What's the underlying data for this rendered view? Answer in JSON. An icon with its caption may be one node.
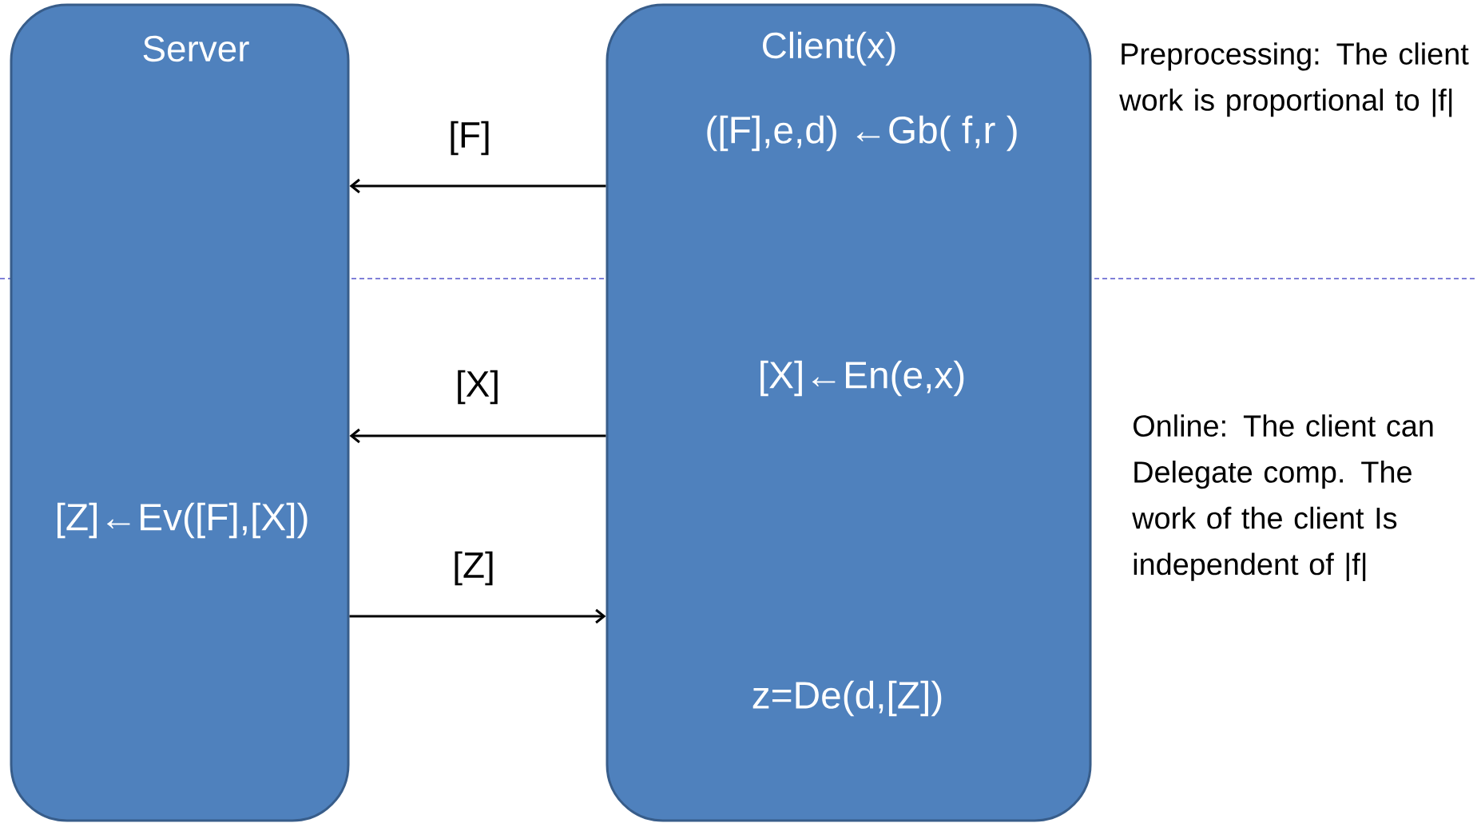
{
  "diagram": {
    "nodes": [
      {
        "text": [
          "Server",
          "[Z]←Ev([F],[X])"
        ]
      },
      {
        "text": [
          "Client(x)",
          "([F],e,d) ←Gb( f,r )",
          "[X]←En(e,x)",
          "z=De(d,[Z])"
        ]
      }
    ],
    "edges": [
      {
        "from": 1,
        "to": 0,
        "arrow": "to",
        "label": "[F]"
      },
      {
        "from": 1,
        "to": 0,
        "arrow": "to",
        "label": "[X]"
      },
      {
        "from": 0,
        "to": 1,
        "arrow": "to",
        "label": "[Z]"
      }
    ],
    "labels": [
      "Preprocessing: The client work is proportional to |f|",
      "Online: The client can Delegate comp. The work of the client Is independent of |f|"
    ]
  }
}
